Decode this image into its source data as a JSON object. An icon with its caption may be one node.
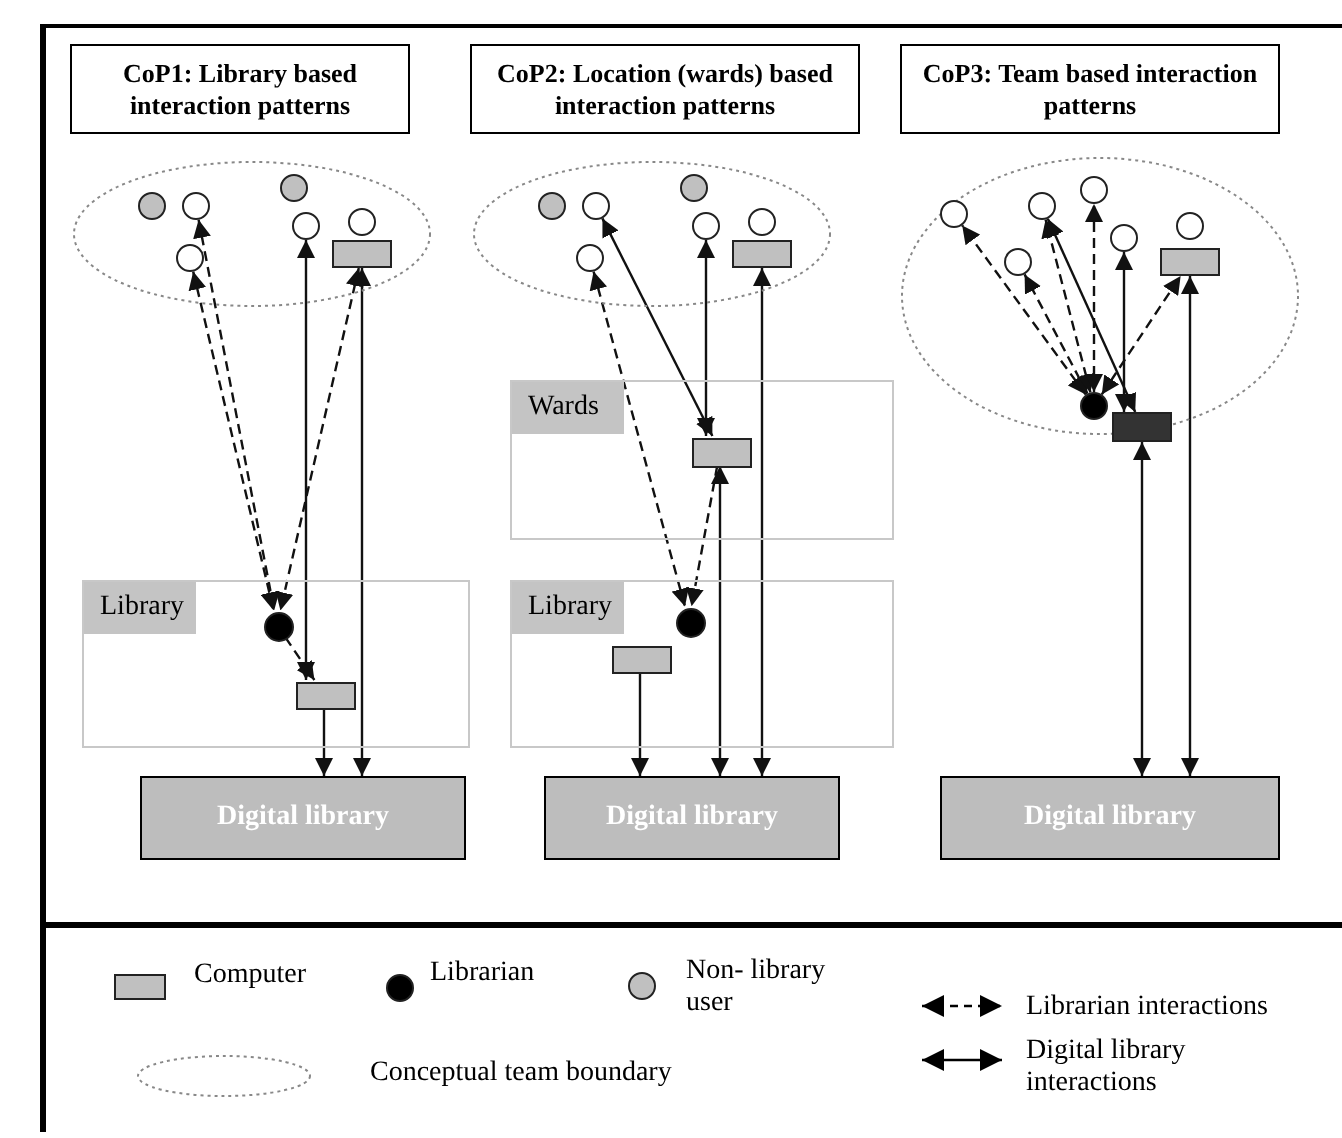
{
  "diagram": {
    "nodes": [
      {
        "text": [
          "CoP1: Library based interaction patterns"
        ]
      },
      {
        "text": [
          "CoP2: Location (wards) based interaction patterns"
        ]
      },
      {
        "text": [
          "CoP3: Team based interaction patterns"
        ]
      },
      {
        "text": [],
        "shape": "ellipse"
      },
      {
        "text": [],
        "shape": "circle",
        "in": 3
      },
      {
        "text": [],
        "shape": "circle",
        "in": 3
      },
      {
        "text": [],
        "shape": "circle",
        "in": 3
      },
      {
        "text": [],
        "shape": "circle",
        "in": 3
      },
      {
        "text": [],
        "shape": "circle",
        "in": 3
      },
      {
        "text": [],
        "shape": "circle",
        "in": 3
      },
      {
        "text": [],
        "shape": "box",
        "in": 3
      },
      {
        "text": [],
        "shape": "ellipse"
      },
      {
        "text": [],
        "shape": "circle",
        "in": 11
      },
      {
        "text": [],
        "shape": "circle",
        "in": 11
      },
      {
        "text": [],
        "shape": "circle",
        "in": 11
      },
      {
        "text": [],
        "shape": "circle",
        "in": 11
      },
      {
        "text": [],
        "shape": "circle",
        "in": 11
      },
      {
        "text": [],
        "shape": "circle",
        "in": 11
      },
      {
        "text": [],
        "shape": "box",
        "in": 11
      },
      {
        "text": [],
        "shape": "ellipse"
      },
      {
        "text": [],
        "shape": "circle",
        "in": 19
      },
      {
        "text": [],
        "shape": "circle",
        "in": 19
      },
      {
        "text": [],
        "shape": "circle",
        "in": 19
      },
      {
        "text": [],
        "shape": "circle",
        "in": 19
      },
      {
        "text": [],
        "shape": "circle",
        "in": 19
      },
      {
        "text": [],
        "shape": "circle",
        "in": 19
      },
      {
        "text": [],
        "shape": "box",
        "in": 19
      },
      {
        "text": [],
        "shape": "circle",
        "in": 19
      },
      {
        "text": [],
        "shape": "box"
      },
      {
        "text": [
          "Wards"
        ]
      },
      {
        "text": [],
        "shape": "box",
        "in": 29
      },
      {
        "text": [
          "Library"
        ]
      },
      {
        "text": [],
        "shape": "circle",
        "in": 31
      },
      {
        "text": [],
        "shape": "box",
        "in": 31
      },
      {
        "text": [
          "Library"
        ]
      },
      {
        "text": [],
        "shape": "circle",
        "in": 34
      },
      {
        "text": [],
        "shape": "box",
        "in": 34
      },
      {
        "text": [
          "Digital library"
        ]
      },
      {
        "text": [
          "Digital library"
        ]
      },
      {
        "text": [
          "Digital library"
        ]
      }
    ],
    "edges": [
      {
        "from": 7,
        "to": 32,
        "arrow": "both",
        "style": "dashed"
      },
      {
        "from": 5,
        "to": 32,
        "arrow": "both",
        "style": "dashed"
      },
      {
        "from": 10,
        "to": 32,
        "arrow": "both",
        "style": "dashed"
      },
      {
        "from": 8,
        "to": 33,
        "arrow": "both"
      },
      {
        "from": 32,
        "to": 33,
        "arrow": "to",
        "style": "dashed"
      },
      {
        "from": 10,
        "to": 37,
        "arrow": "both"
      },
      {
        "from": 33,
        "to": 37,
        "arrow": "to"
      },
      {
        "from": 15,
        "to": 35,
        "arrow": "both",
        "style": "dashed"
      },
      {
        "from": 13,
        "to": 30,
        "arrow": "both"
      },
      {
        "from": 16,
        "to": 30,
        "arrow": "both"
      },
      {
        "from": 30,
        "to": 35,
        "arrow": "to",
        "style": "dashed"
      },
      {
        "from": 18,
        "to": 38,
        "arrow": "both"
      },
      {
        "from": 30,
        "to": 38,
        "arrow": "both"
      },
      {
        "from": 36,
        "to": 38,
        "arrow": "to"
      },
      {
        "from": 27,
        "to": 20,
        "arrow": "both",
        "style": "dashed"
      },
      {
        "from": 27,
        "to": 23,
        "arrow": "both",
        "style": "dashed"
      },
      {
        "from": 27,
        "to": 21,
        "arrow": "both",
        "style": "dashed"
      },
      {
        "from": 28,
        "to": 21,
        "arrow": "both"
      },
      {
        "from": 27,
        "to": 22,
        "arrow": "both",
        "style": "dashed"
      },
      {
        "from": 28,
        "to": 24,
        "arrow": "both"
      },
      {
        "from": 27,
        "to": 26,
        "arrow": "both",
        "style": "dashed"
      },
      {
        "from": 28,
        "to": 39,
        "arrow": "both"
      },
      {
        "from": 26,
        "to": 39,
        "arrow": "both"
      }
    ],
    "legend": [
      {
        "text": "Computer",
        "color": "#c0c0c0"
      },
      {
        "text": "Librarian",
        "color": "#000000"
      },
      {
        "text": "Non- library user",
        "color": "#c0c0c0"
      },
      {
        "text": "Conceptual team boundary"
      },
      {
        "text": "Librarian interactions"
      },
      {
        "text": "Digital library interactions"
      }
    ]
  }
}
